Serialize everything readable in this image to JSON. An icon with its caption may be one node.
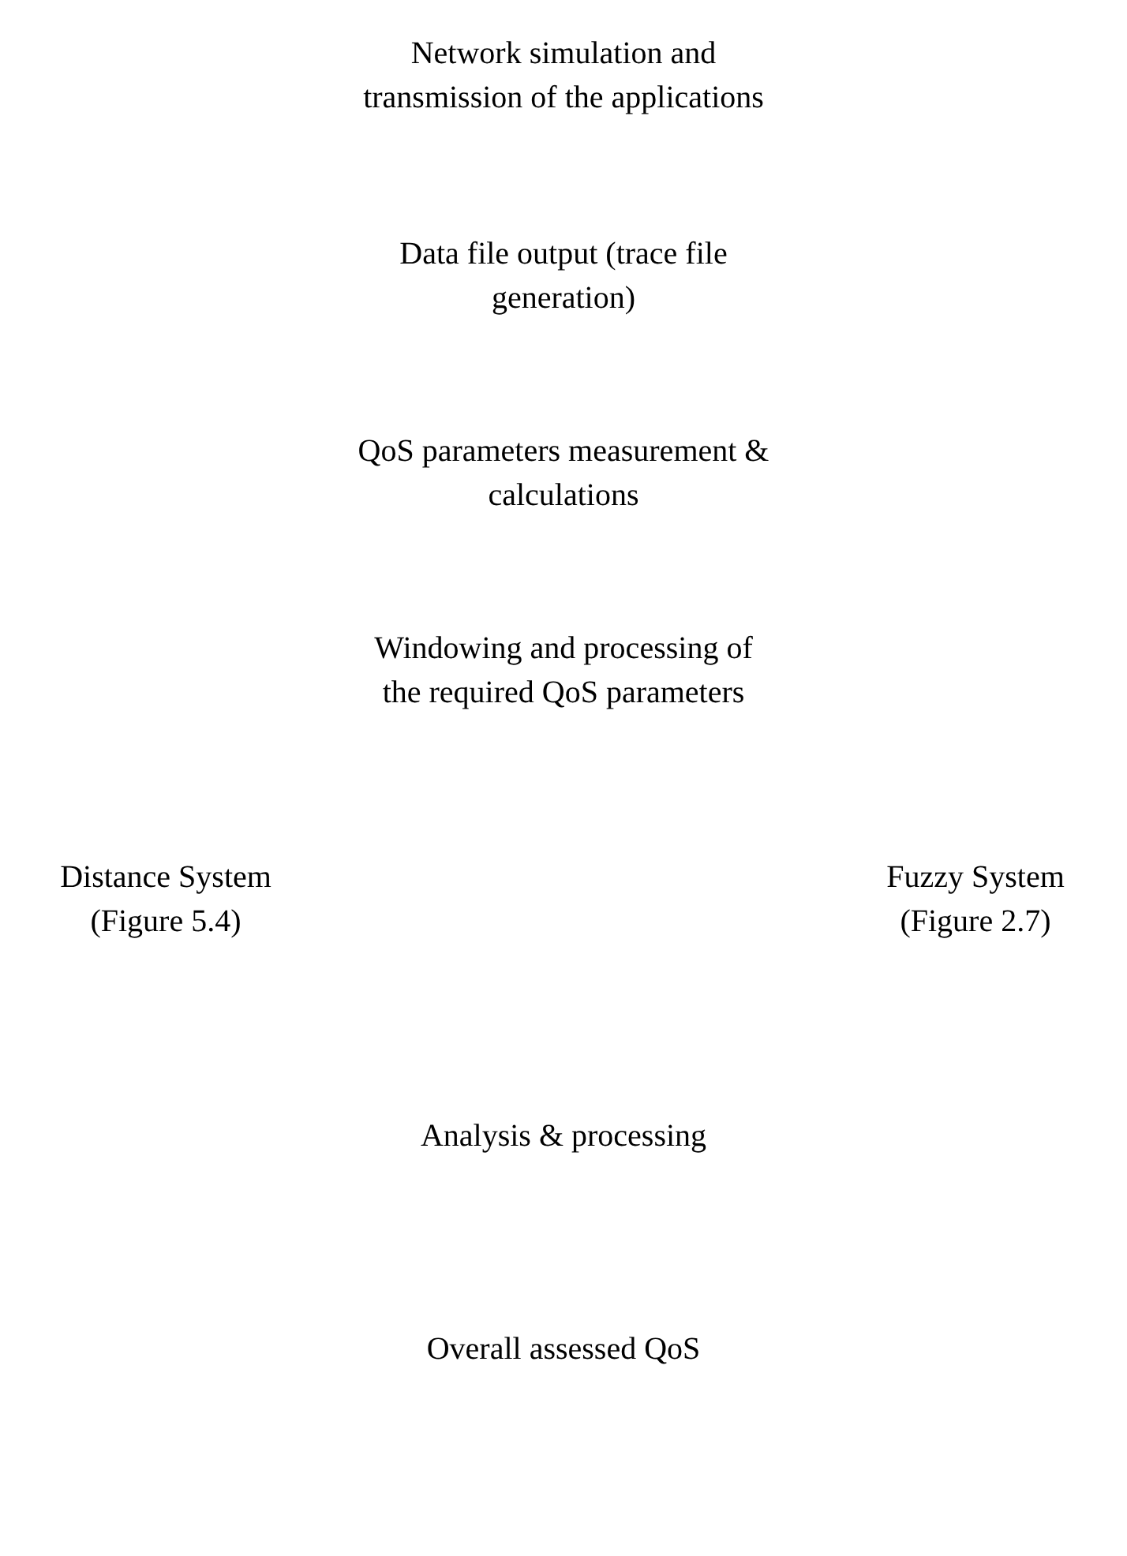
{
  "diagram": {
    "labels": [
      "Network simulation and transmission of the applications",
      "Data file output (trace file generation)",
      "QoS parameters measurement & calculations",
      "Windowing and processing of the required QoS parameters",
      "Distance System (Figure 5.4)",
      "Fuzzy System (Figure 2.7)",
      "Analysis & processing",
      "Overall assessed QoS"
    ]
  }
}
